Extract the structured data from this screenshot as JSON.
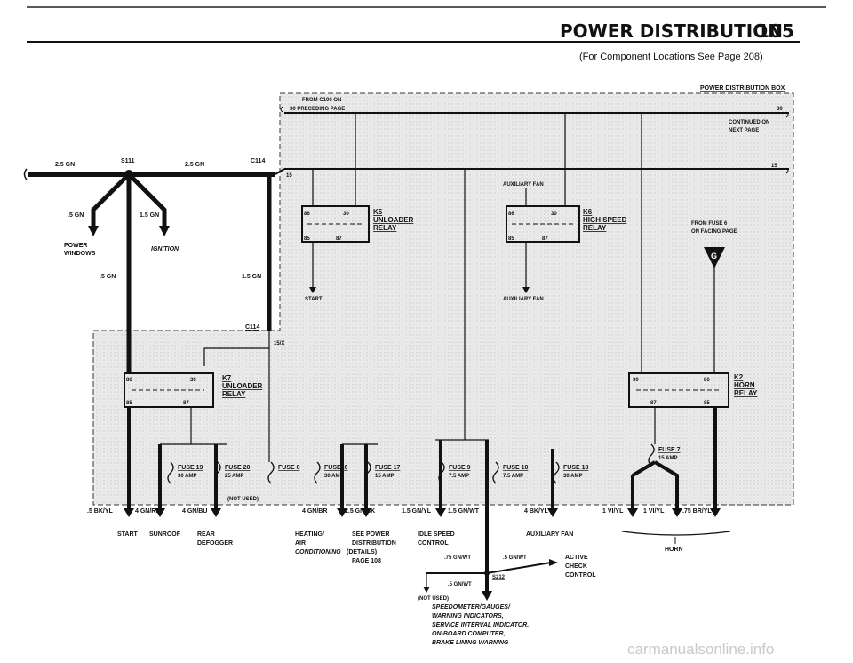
{
  "header": {
    "title": "POWER DISTRIBUTION",
    "page_number": "105",
    "subtitle": "(For Component Locations See Page 208)"
  },
  "box": {
    "label": "POWER DISTRIBUTION BOX",
    "from_c100": "FROM C100 ON",
    "preceding": "30  PRECEDING PAGE",
    "continued": "CONTINUED ON",
    "next_page": "NEXT PAGE",
    "n30_right": "30",
    "n15_left": "15",
    "n15_right": "15",
    "n15x": "15/X",
    "not_used": "(NOT USED)",
    "aux_fan_top": "AUXILIARY FAN",
    "aux_fan_bottom": "AUXILIARY FAN",
    "start_top": "START",
    "from_fuse": "FROM FUSE 6",
    "facing_page": "ON FACING PAGE",
    "ground": "G"
  },
  "left": {
    "wire_25gn_a": "2.5 GN",
    "splice": "S111",
    "wire_25gn_b": "2.5 GN",
    "c114_top": "C114",
    "w5gn_a": ".5 GN",
    "w15gn_a": "1.5 GN",
    "power": "POWER",
    "windows": "WINDOWS",
    "ignition": "IGNITION",
    "w5gn_b": ".5 GN",
    "w15gn_b": "1.5 GN",
    "c114_bottom": "C114"
  },
  "relays": {
    "k7": {
      "id": "K7",
      "l1": "UNLOADER",
      "l2": "RELAY",
      "p86": "86",
      "p30": "30",
      "p85": "85",
      "p87": "87"
    },
    "k5": {
      "id": "K5",
      "l1": "UNLOADER",
      "l2": "RELAY",
      "p86": "86",
      "p30": "30",
      "p85": "85",
      "p87": "87"
    },
    "k6": {
      "id": "K6",
      "l1": "HIGH SPEED",
      "l2": "RELAY",
      "p86": "86",
      "p30": "30",
      "p85": "85",
      "p87": "87"
    },
    "k2": {
      "id": "K2",
      "l1": "HORN",
      "l2": "RELAY",
      "p30": "30",
      "p86": "86",
      "p87": "87",
      "p85": "85"
    }
  },
  "fuses": [
    {
      "name": "FUSE 19",
      "amp": "30 AMP"
    },
    {
      "name": "FUSE 20",
      "amp": "25 AMP"
    },
    {
      "name": "FUSE 8",
      "amp": ""
    },
    {
      "name": "FUSE16",
      "amp": "30 AMP"
    },
    {
      "name": "FUSE 17",
      "amp": "15 AMP"
    },
    {
      "name": "FUSE 9",
      "amp": "7.5 AMP"
    },
    {
      "name": "FUSE 10",
      "amp": "7.5 AMP"
    },
    {
      "name": "FUSE 18",
      "amp": "30 AMP"
    },
    {
      "name": "FUSE 7",
      "amp": "15 AMP"
    }
  ],
  "outputs": {
    "w_5bkyl": ".5 BK/YL",
    "w_4gnrd": "4 GN/RD",
    "w_4gnbu": "4 GN/BU",
    "w_4gnbr": "4 GN/BR",
    "w_25gnbk": "2.5 GN/BK",
    "w_15gnyl": "1.5 GN/YL",
    "w_15gnwt": "1.5 GN/WT",
    "w_4bkyl": "4 BK/YL",
    "w_1viyl_a": "1 VI/YL",
    "w_1viyl_b": "1 VI/YL",
    "w_75bryl": ".75 BR/YL",
    "start": "START",
    "sunroof": "SUNROOF",
    "rear": "REAR",
    "defogger": "DEFOGGER",
    "heating": "HEATING/",
    "air": "AIR",
    "conditioning": "CONDITIONING",
    "details": "(DETAILS)",
    "see_power": "SEE POWER",
    "distribution": "DISTRIBUTION",
    "page108": "PAGE 108",
    "idle": "IDLE SPEED",
    "control": "CONTROL",
    "aux_fan": "AUXILIARY FAN",
    "horn": "HORN",
    "w_75gnwt": ".75 GN/WT",
    "w_5gnwt_a": ".5 GN/WT",
    "w_5gnwt_b": ".5 GN/WT",
    "s212": "S212",
    "active": "ACTIVE",
    "check": "CHECK",
    "active_control": "CONTROL",
    "not_used_bottom": "(NOT USED)",
    "speedo": "SPEEDOMETER/GAUGES/",
    "warning": "WARNING INDICATORS,",
    "service": "SERVICE INTERVAL INDICATOR,",
    "onboard": "ON-BOARD COMPUTER,",
    "brake": "BRAKE LINING WARNING"
  },
  "watermark": "carmanualsonline.info"
}
